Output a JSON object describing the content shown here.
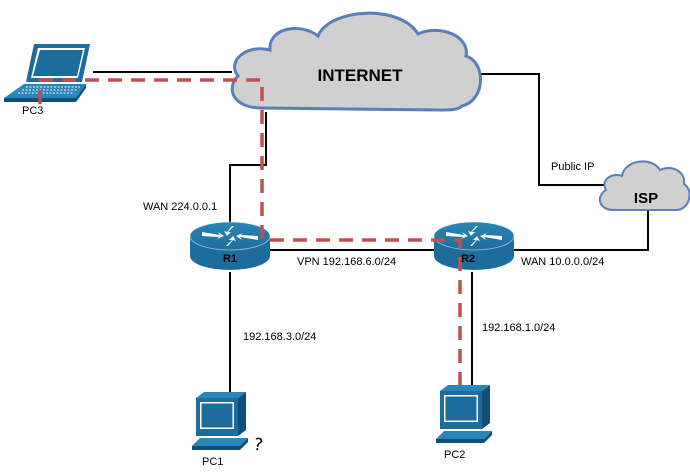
{
  "title": "Network topology: site-to-site VPN between R1 and R2",
  "colors": {
    "device": "#1c6d9c",
    "device_dark": "#0f4f75",
    "cloud_fill": "#d0d0d0",
    "cloud_stroke": "#5b7db8",
    "link": "#000000",
    "vpn_path": "#c0504d"
  },
  "clouds": {
    "internet": {
      "label": "INTERNET"
    },
    "isp": {
      "label": "ISP"
    }
  },
  "routers": {
    "r1": {
      "label": "R1"
    },
    "r2": {
      "label": "R2"
    }
  },
  "hosts": {
    "pc1": {
      "label": "PC1",
      "type": "desktop",
      "status_glyph": "?"
    },
    "pc2": {
      "label": "PC2",
      "type": "desktop"
    },
    "pc3": {
      "label": "PC3",
      "type": "laptop"
    }
  },
  "links": {
    "r1_wan": "WAN 224.0.0.1",
    "vpn": "VPN 192.168.6.0/24",
    "r2_wan": "WAN 10.0.0.0/24",
    "public_ip": "Public IP",
    "r1_lan": "192.168.3.0/24",
    "r2_lan": "192.168.1.0/24"
  }
}
